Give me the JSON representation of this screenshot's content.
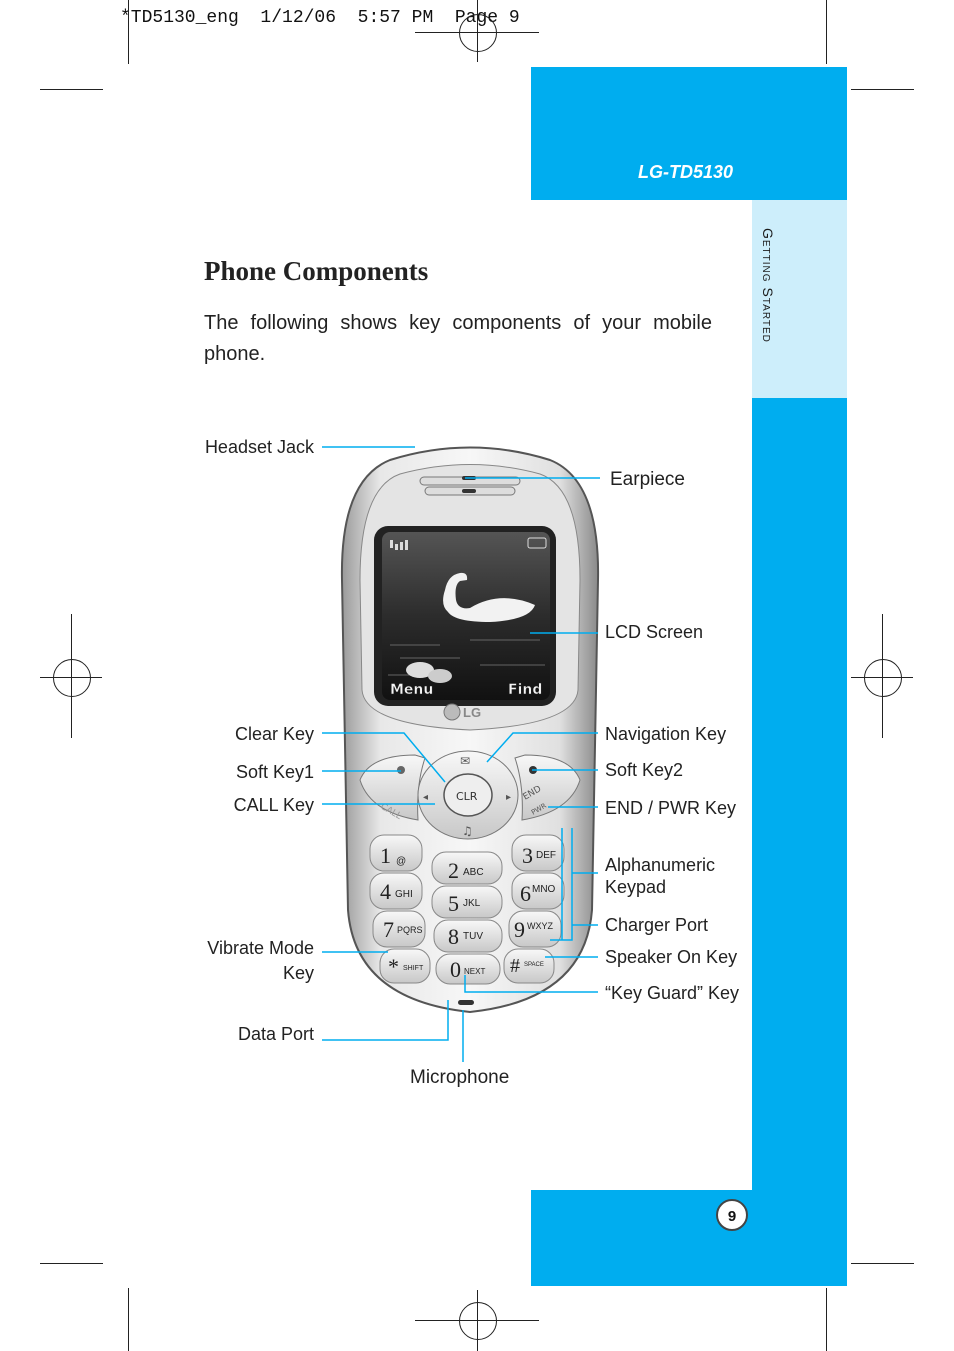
{
  "slug": "*TD5130_eng  1/12/06  5:57 PM  Page 9",
  "header": {
    "model": "LG-TD5130"
  },
  "side_tab": {
    "section": "Getting Started"
  },
  "heading": "Phone Components",
  "intro": "The following shows key components of your mobile phone.",
  "phone": {
    "brand": "LG",
    "screen_softkeys": {
      "left": "Menu",
      "right": "Find"
    },
    "keys": {
      "clr": "CLR",
      "call": "CALL",
      "end": "END",
      "pwr": "PWR",
      "k1": "1",
      "k1s": "@",
      "k2": "2",
      "k2s": "ABC",
      "k3": "3",
      "k3s": "DEF",
      "k4": "4",
      "k4s": "GHI",
      "k5": "5",
      "k5s": "JKL",
      "k6": "6",
      "k6s": "MNO",
      "k7": "7",
      "k7s": "PQRS",
      "k8": "8",
      "k8s": "TUV",
      "k9": "9",
      "k9s": "WXYZ",
      "kstar": "*",
      "kstars": "SHIFT",
      "k0": "0",
      "k0s": "NEXT",
      "khash": "#",
      "khashs": "SPACE"
    }
  },
  "labels": {
    "headset_jack": "Headset Jack",
    "earpiece": "Earpiece",
    "lcd_screen": "LCD Screen",
    "clear_key": "Clear Key",
    "navigation_key": "Navigation Key",
    "soft_key1": "Soft Key1",
    "soft_key2": "Soft Key2",
    "call_key": "CALL Key",
    "end_pwr_key": "END / PWR Key",
    "alphanumeric_keypad_1": "Alphanumeric",
    "alphanumeric_keypad_2": "Keypad",
    "charger_port": "Charger Port",
    "vibrate_mode_key_1": "Vibrate Mode",
    "vibrate_mode_key_2": "Key",
    "speaker_on_key": "Speaker On Key",
    "key_guard_key": "“Key Guard” Key",
    "data_port": "Data Port",
    "microphone": "Microphone"
  },
  "page_number": "9",
  "colors": {
    "accent": "#00adef",
    "tab_light": "#cdeefb",
    "leader": "#00adef"
  }
}
